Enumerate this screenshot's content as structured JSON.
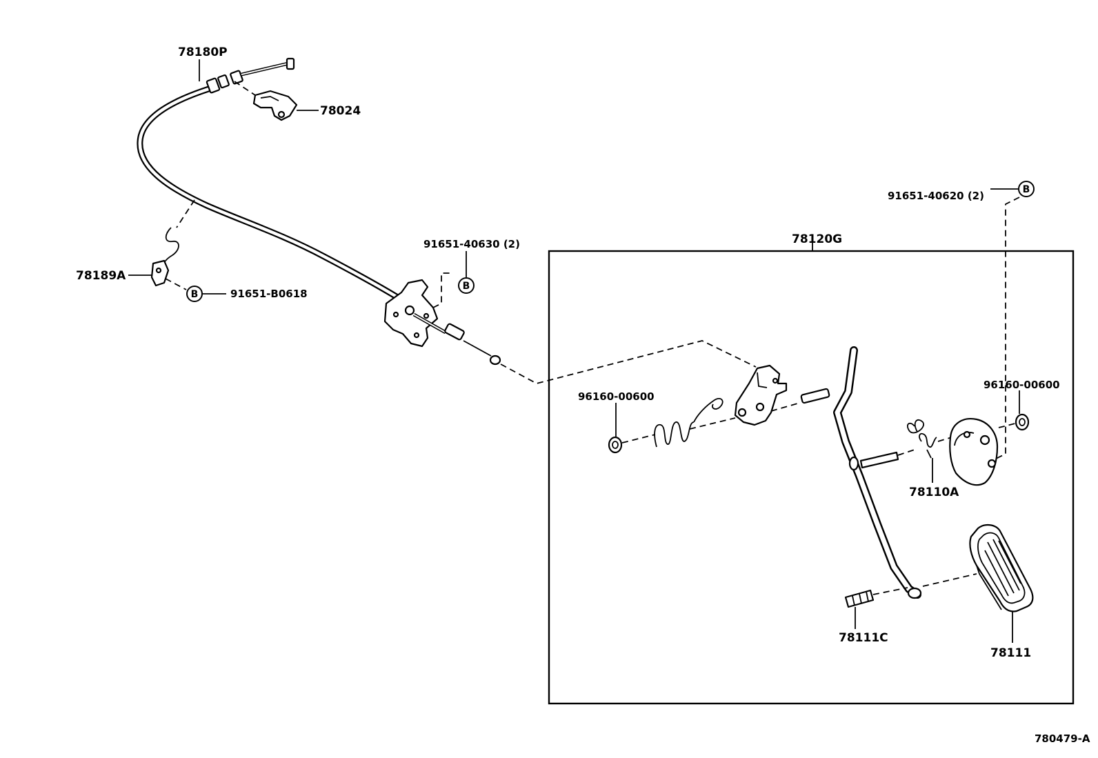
{
  "diagram": {
    "figure_id": "780479-A",
    "assembly_label": "78120G",
    "parts": [
      {
        "id": "cable",
        "label": "78180P"
      },
      {
        "id": "clip-upper",
        "label": "78024"
      },
      {
        "id": "clip-lower",
        "label": "78189A"
      },
      {
        "id": "bolt-lower",
        "label": "91651-B0618"
      },
      {
        "id": "bolt-mid",
        "label": "91651-40630 (2)"
      },
      {
        "id": "bolt-right",
        "label": "91651-40620 (2)"
      },
      {
        "id": "clip-left",
        "label": "96160-00600"
      },
      {
        "id": "clip-right",
        "label": "96160-00600"
      },
      {
        "id": "spring",
        "label": "78110A"
      },
      {
        "id": "pin",
        "label": "78111C"
      },
      {
        "id": "pad",
        "label": "78111"
      }
    ],
    "callouts": {
      "b1": "B",
      "b2": "B",
      "b3": "B"
    }
  }
}
